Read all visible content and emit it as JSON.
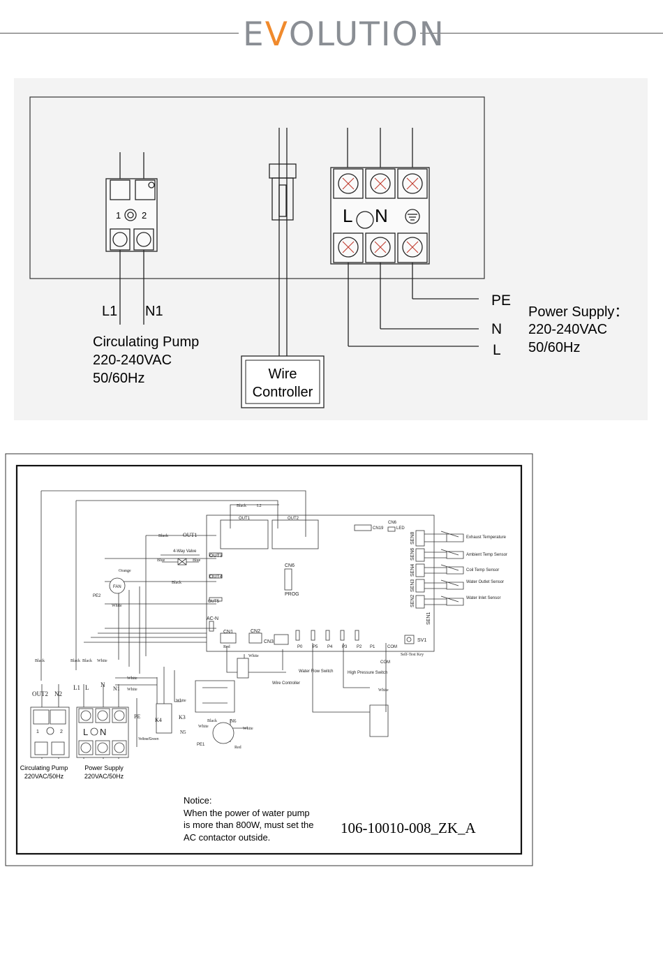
{
  "header": {
    "logo_prefix": "E",
    "logo_accent": "V",
    "logo_suffix": "OLUTION",
    "brand_accent_color": "#f08a2c",
    "brand_gray_color": "#8a8e94"
  },
  "diagram1": {
    "pump_label_l1": "L1",
    "pump_label_n1": "N1",
    "pump_terminal_1": "1",
    "pump_terminal_2": "2",
    "pump_title": "Circulating Pump",
    "pump_voltage": "220-240VAC",
    "pump_freq": "50/60Hz",
    "controller_line1": "Wire",
    "controller_line2": "Controller",
    "terminal_l": "L",
    "terminal_n": "N",
    "label_pe": "PE",
    "label_n": "N",
    "label_l": "L",
    "supply_title": "Power Supply：",
    "supply_voltage": "220-240VAC",
    "supply_freq": "50/60Hz"
  },
  "diagram2": {
    "out1": "OUT1",
    "out2": "OUT2",
    "out1_cap": "OUT1",
    "out3": "OUT3",
    "out4": "OUT4",
    "out5": "OUT5",
    "acn": "AC-N",
    "cn1": "CN1",
    "cn2": "CN2",
    "cn3": "CN3",
    "cn6": "CN6",
    "cn19": "CN19",
    "cn6_led": "CN6",
    "led": "LED",
    "prog": "PROG",
    "sen8": "SEN8",
    "sen6": "SEN6",
    "sen4": "SEN4",
    "sen3": "SEN3",
    "sen2": "SEN2",
    "sen1": "SEN1",
    "exhaust": "Exhaust Temperature",
    "ambient": "Ambient Temp Sensor",
    "coil": "Coil Temp Sensor",
    "water_outlet": "Water Outlet Sensor",
    "water_inlet": "Water Inlet Sensor",
    "p0": "P0",
    "p5": "P5",
    "p4": "P4",
    "p3": "P3",
    "p2": "P2",
    "p1": "P1",
    "com": "COM",
    "com2": "COM",
    "sv1": "SV1",
    "self_test": "Self-Test Key",
    "water_flow": "Water Flow Switch",
    "high_pressure": "High Pressure Switch",
    "wire_ctrl": "Wire Controller",
    "fan": "FAN",
    "pe2": "PE2",
    "pe1": "PE1",
    "pe": "PE",
    "four_way": "4-Way Valve",
    "black": "Black",
    "blue": "Blue",
    "white": "White",
    "red": "Red",
    "orange": "Orange",
    "yellow_green": "Yellow/Green",
    "l2": "L2",
    "k3": "K3",
    "k4": "K4",
    "n5": "N5",
    "n6": "N6",
    "n1_lbl": "N1",
    "out2_lbl": "OUT2",
    "n2_lbl": "N2",
    "l1_lbl": "L1",
    "l_lbl": "L",
    "n_lbl": "N",
    "term_l": "L",
    "term_n": "N",
    "t1": "1",
    "t2": "2",
    "pump_caption": "Circulating Pump",
    "pump_caption2": "220VAC/50Hz",
    "supply_caption": "Power Supply",
    "supply_caption2": "220VAC/50Hz",
    "notice_title": "Notice:",
    "notice_l1": "When the power of water pump",
    "notice_l2": "is more than 800W, must set the",
    "notice_l3": "AC contactor outside.",
    "part_no": "106-10010-008_ZK_A"
  }
}
